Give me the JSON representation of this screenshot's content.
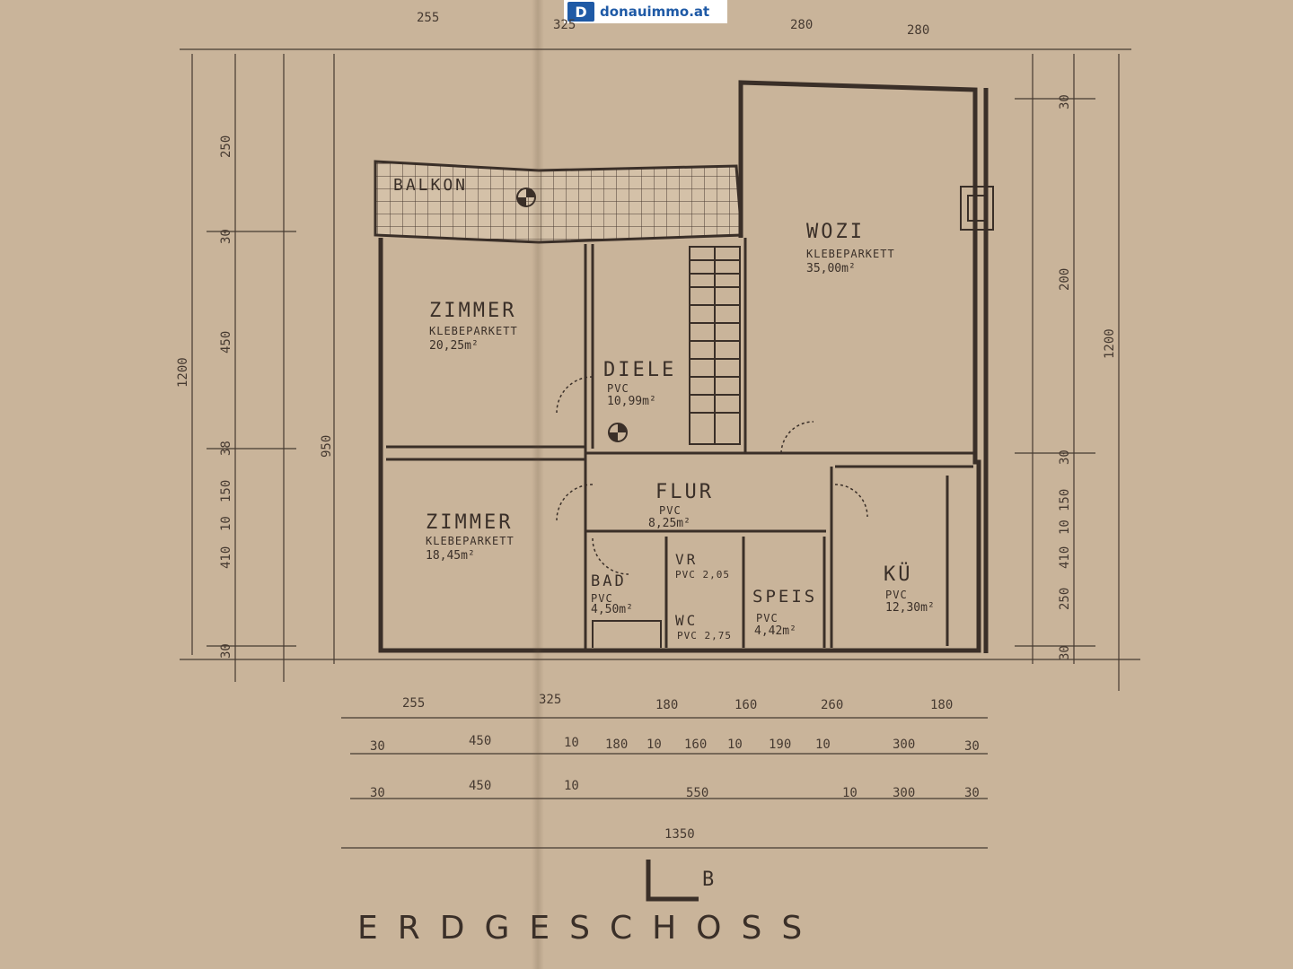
{
  "watermark": {
    "brand": "donauimmo.at",
    "mark": "D"
  },
  "title": "ERDGESCHOSS",
  "orientation_mark": "B",
  "rooms": [
    {
      "name": "BALKON",
      "floor": "",
      "area": ""
    },
    {
      "name": "ZIMMER",
      "floor": "KLEBEPARKETT",
      "area": "20,25m²"
    },
    {
      "name": "DIELE",
      "floor": "PVC",
      "area": "10,99m²"
    },
    {
      "name": "WOZI",
      "floor": "KLEBEPARKETT",
      "area": "35,00m²"
    },
    {
      "name": "ZIMMER",
      "floor": "KLEBEPARKETT",
      "area": "18,45m²"
    },
    {
      "name": "FLUR",
      "floor": "PVC",
      "area": "8,25m²"
    },
    {
      "name": "BAD",
      "floor": "PVC",
      "area": "4,50m²"
    },
    {
      "name": "VR",
      "floor": "PVC 2,05",
      "area": ""
    },
    {
      "name": "WC",
      "floor": "PVC 2,75",
      "area": ""
    },
    {
      "name": "SPEIS",
      "floor": "PVC",
      "area": "4,42m²"
    },
    {
      "name": "KÜ",
      "floor": "PVC",
      "area": "12,30m²"
    }
  ],
  "dimensions": {
    "top": [
      "255",
      "325",
      "280",
      "280"
    ],
    "bottom_row1": [
      "255",
      "325",
      "180",
      "160",
      "260",
      "180"
    ],
    "bottom_row2": [
      "30",
      "450",
      "10",
      "180",
      "10",
      "160",
      "10",
      "190",
      "10",
      "300",
      "30"
    ],
    "bottom_row3": [
      "30",
      "450",
      "10",
      "550",
      "10",
      "300",
      "30"
    ],
    "total_width": "1350",
    "left_outer": "1200",
    "left_inner": "950",
    "right_total": "1200",
    "left_col": [
      "250",
      "30",
      "450",
      "38",
      "150",
      "10",
      "410",
      "30"
    ],
    "right_col": [
      "30",
      "200",
      "30",
      "150",
      "10",
      "410",
      "250",
      "30"
    ]
  }
}
